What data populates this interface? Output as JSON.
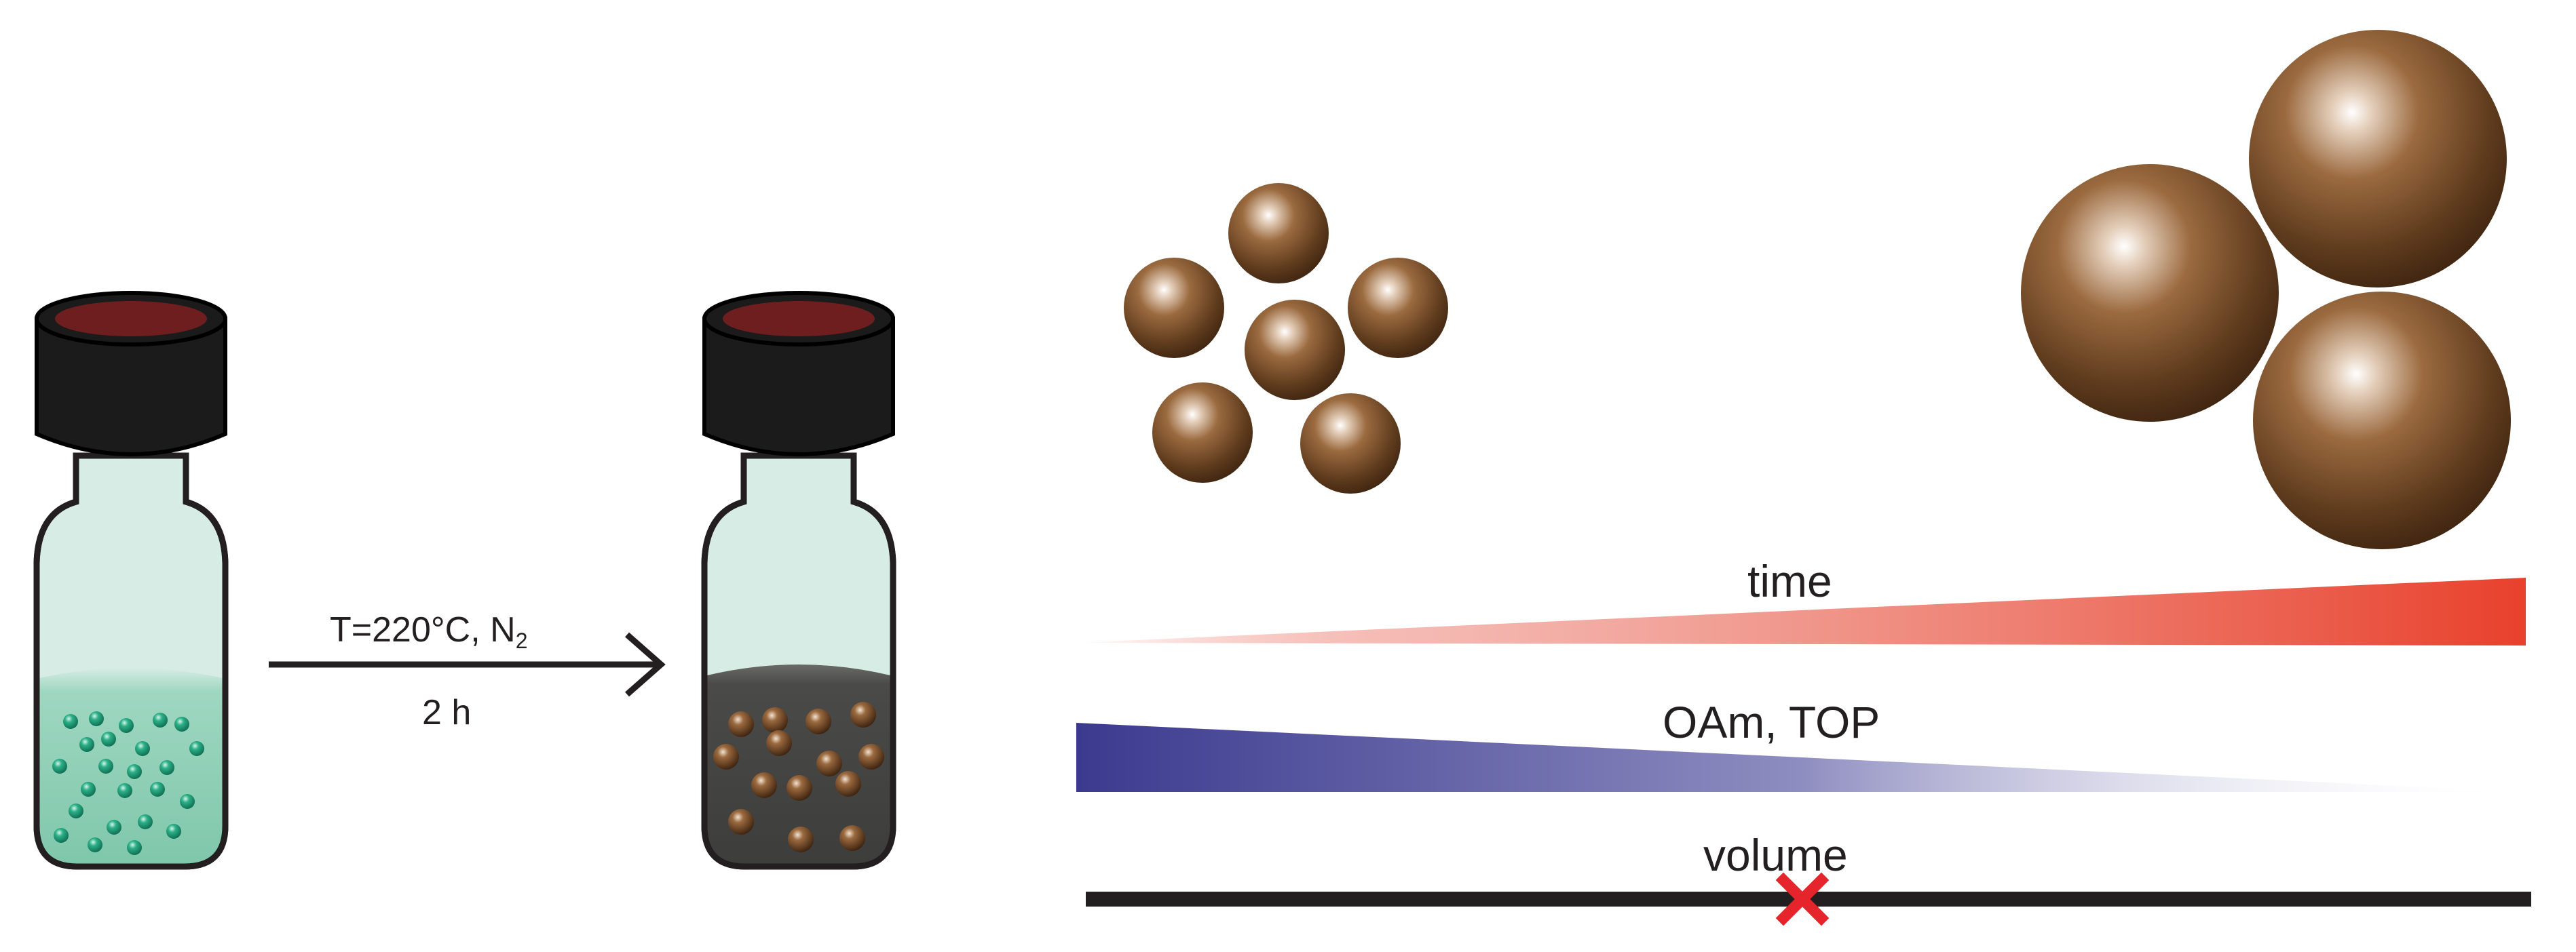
{
  "reaction": {
    "condition_main": "T=220°C, N",
    "condition_subscript": "2",
    "duration": "2 h"
  },
  "gradients": {
    "time_label": "time",
    "ligand_label": "OAm, TOP",
    "volume_label": "volume"
  },
  "colors": {
    "time_gradient": "#e8412c",
    "ligand_gradient": "#3b3a8f",
    "volume_line": "#231f20",
    "volume_marker": "#e5242b",
    "vial_cap": "#1b1b1b",
    "cap_seal": "#6e1e1e",
    "vial_glass": "#d6ece5",
    "precursor_liquid": "#8ccfb5",
    "precursor_particles": "#1f9c78",
    "product_liquid": "#4a4a48",
    "product_particles": "#6b4226"
  },
  "icons": {
    "reaction_arrow": "right-arrow-icon",
    "volume_marker": "x-mark-icon"
  }
}
